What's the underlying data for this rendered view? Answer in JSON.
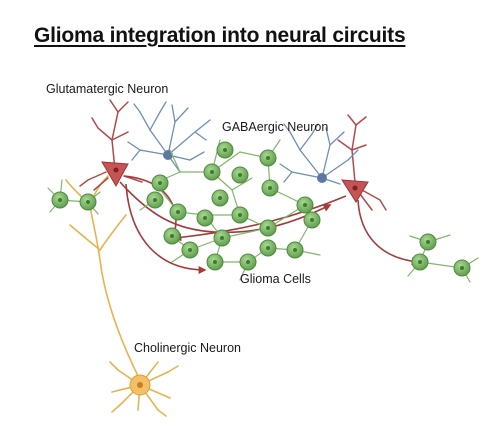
{
  "title": "Glioma integration into neural circuits",
  "labels": {
    "glutamatergic": "Glutamatergic Neuron",
    "gabaergic": "GABAergic Neuron",
    "glioma": "Glioma Cells",
    "cholinergic": "Cholinergic Neuron"
  },
  "colors": {
    "glutamatergic": "#b24a4a",
    "gabaergic": "#6f8fb5",
    "glioma": "#6fae5a",
    "cholinergic": "#e8b34f"
  }
}
